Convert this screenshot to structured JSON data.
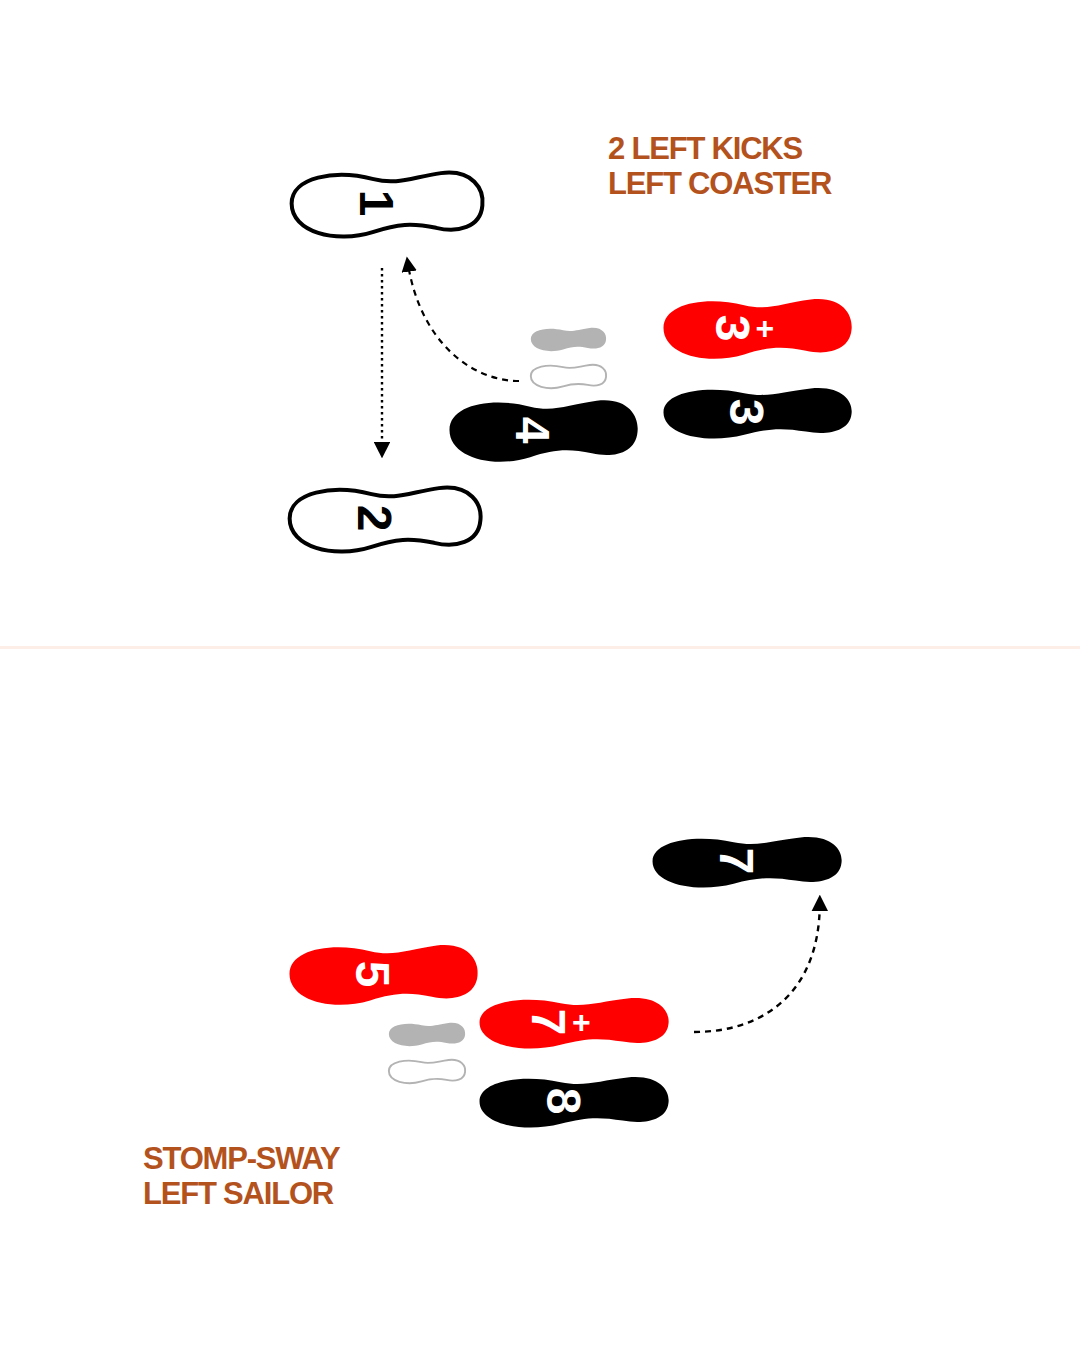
{
  "diagram": {
    "nodes": [
      {
        "text": [
          "1"
        ]
      },
      {
        "text": [
          "3+"
        ]
      },
      {
        "text": [
          "3"
        ]
      },
      {
        "text": [
          "4"
        ]
      },
      {
        "text": [
          "2"
        ]
      },
      {
        "text": [
          "7"
        ]
      },
      {
        "text": [
          "5"
        ]
      },
      {
        "text": [
          "7+"
        ]
      },
      {
        "text": [
          "8"
        ]
      }
    ],
    "edges": [
      {
        "from": 0,
        "to": 4,
        "arrow": "to"
      },
      {
        "from": 7,
        "to": 5,
        "arrow": "to"
      }
    ],
    "labels": [
      "2 LEFT KICKS",
      "LEFT COASTER",
      "STOMP-SWAY",
      "LEFT SAILOR"
    ]
  }
}
